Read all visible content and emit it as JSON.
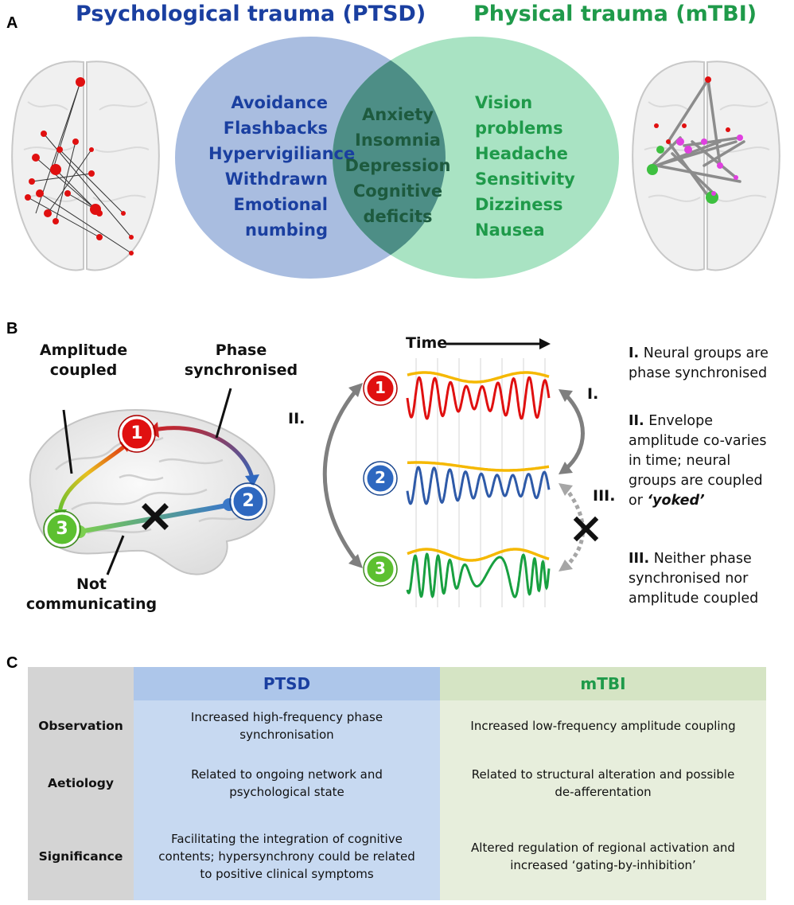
{
  "panel_a": {
    "letter": "A",
    "left_title": "Psychological trauma (PTSD)",
    "right_title": "Physical trauma (mTBI)",
    "ptsd_symptoms": [
      "Avoidance",
      "Flashbacks",
      "Hypervigiliance",
      "Withdrawn",
      "Emotional",
      "numbing"
    ],
    "shared_symptoms": [
      "Anxiety",
      "Insomnia",
      "Depression",
      "Cognitive",
      "deficits"
    ],
    "mtbi_symptoms": [
      "Vision",
      "problems",
      "Headache",
      "Sensitivity",
      "Dizziness",
      "Nausea"
    ],
    "colors": {
      "ptsd": "#1a3fa0",
      "mtbi": "#1f9a4a",
      "overlap": "#1d5a3e",
      "ptsd_circle": "#a9bde0",
      "mtbi_circle": "#a9e3c3",
      "overlap_fill": "#4d8e86"
    }
  },
  "panel_b": {
    "letter": "B",
    "label_amplitude": [
      "Amplitude",
      "coupled"
    ],
    "label_phase": [
      "Phase",
      "synchronised"
    ],
    "label_not": [
      "Not",
      "communicating"
    ],
    "node_labels": [
      "1",
      "2",
      "3"
    ],
    "time_label": "Time",
    "roman_II": "II.",
    "roman_I": "I.",
    "roman_III": "III.",
    "legend": [
      {
        "num": "I.",
        "lines": [
          "Neural groups are",
          "phase synchronised"
        ]
      },
      {
        "num": "II.",
        "lines": [
          "Envelope",
          "amplitude co-varies",
          "in time; neural",
          "groups are coupled",
          "or"
        ],
        "emph": "‘yoked’"
      },
      {
        "num": "III.",
        "lines": [
          "Neither phase",
          "synchronised nor",
          "amplitude coupled"
        ]
      }
    ],
    "colors": {
      "node1": "#e01010",
      "node2": "#2e68c0",
      "node3": "#5cc030",
      "envelope": "#f5b800",
      "arrow": "#7f7f7f"
    }
  },
  "panel_c": {
    "letter": "C",
    "col_ptsd": "PTSD",
    "col_mtbi": "mTBI",
    "rows": [
      {
        "label": "Observation",
        "ptsd": [
          "Increased high-frequency phase",
          "synchronisation"
        ],
        "mtbi": [
          "Increased low-frequency amplitude coupling"
        ]
      },
      {
        "label": "Aetiology",
        "ptsd": [
          "Related to ongoing network and",
          "psychological state"
        ],
        "mtbi": [
          "Related to structural alteration and possible",
          "de-afferentation"
        ]
      },
      {
        "label": "Significance",
        "ptsd": [
          "Facilitating the integration of cognitive",
          "contents; hypersynchrony could be related",
          "to positive clinical symptoms"
        ],
        "mtbi": [
          "Altered regulation of regional activation and",
          "increased ‘gating-by-inhibition’"
        ]
      }
    ],
    "colors": {
      "label_col": "#d4d4d4",
      "ptsd_head": "#adc6ea",
      "ptsd_body": "#c7d9f1",
      "mtbi_head": "#d5e4c4",
      "mtbi_body": "#e7eedc",
      "ptsd_text": "#1a3fa0",
      "mtbi_text": "#1f9a4a"
    }
  }
}
